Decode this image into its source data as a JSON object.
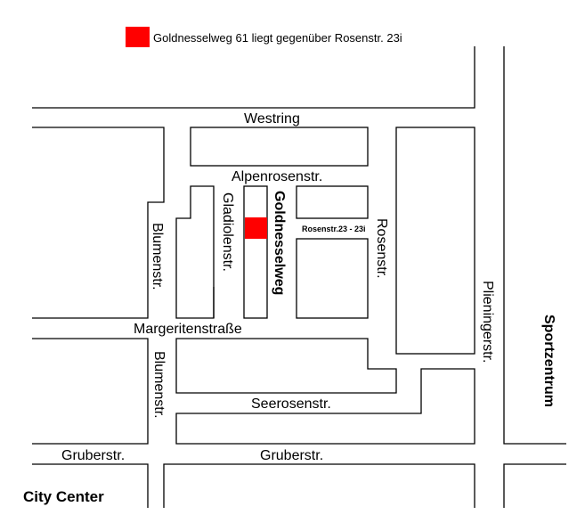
{
  "legend": {
    "text": "Goldnesselweg 61 liegt gegenüber Rosenstr. 23i",
    "marker_color": "#ff0000"
  },
  "streets": {
    "westring": "Westring",
    "alpenrosenstr": "Alpenrosenstr.",
    "gladiolenstr": "Gladiolenstr.",
    "goldnesselweg": "Goldnesselweg",
    "rosenstr": "Rosenstr.",
    "blumenstr_upper": "Blumenstr.",
    "blumenstr_lower": "Blumenstr.",
    "margaritenstrasse": "Margeritenstraße",
    "seerosenstr": "Seerosenstr.",
    "gruberstr_left": "Gruberstr.",
    "gruberstr_right": "Gruberstr.",
    "plieningerstr": "Plieningerstr.",
    "sportzentrum": "Sportzentrum",
    "city_center": "City Center",
    "rosenstr_23": "Rosenstr.23 - 23i"
  },
  "colors": {
    "marker": "#ff0000",
    "lines": "#000000",
    "background": "#ffffff"
  }
}
